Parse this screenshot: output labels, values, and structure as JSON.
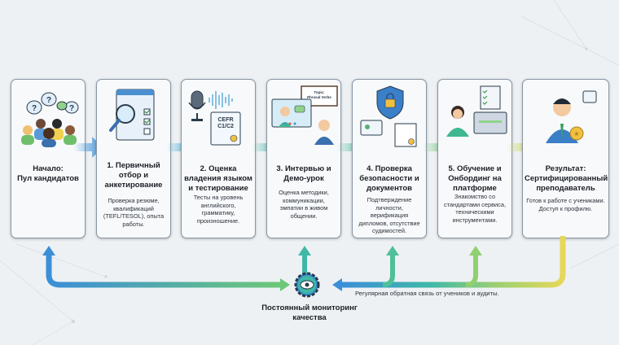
{
  "steps": [
    {
      "title": "Начало:\nПул кандидатов",
      "description": "",
      "icon": "candidates-pool-icon"
    },
    {
      "title": "1. Первичный отбор и анкетирование",
      "description": "Проверка резюме, квалификаций (TEFL/TESOL), опыта работы.",
      "icon": "screening-checklist-icon"
    },
    {
      "title": "2. Оценка владения языком и тестирование",
      "description": "Тесты на уровень английского, грамматику, произношение.",
      "icon": "language-test-icon",
      "certificate_text": "CEFR C1/C2"
    },
    {
      "title": "3. Интервью и Демо-урок",
      "description": "Оценка методики, коммуникации, эмпатии в живом общении.",
      "icon": "video-interview-icon",
      "board_text": "Topic: Phrasal Verbs"
    },
    {
      "title": "4. Проверка безопасности и документов",
      "description": "Подтверждение личности, верификация дипломов, отсутствие судимостей.",
      "icon": "security-shield-icon"
    },
    {
      "title": "5. Обучение и Онбординг на платформе",
      "description": "Знакомство со стандартами сервиса, техническими инструментами.",
      "icon": "onboarding-icon"
    },
    {
      "title": "Результат: Сертифицированный преподаватель",
      "description": "Готов к работе с учениками. Доступ к профилю.",
      "icon": "certified-teacher-icon"
    }
  ],
  "monitoring": {
    "label": "Постоянный мониторинг качества",
    "feedback": "Регулярная обратная связь от учеников и аудиты.",
    "icon": "gear-eye-icon"
  },
  "colors": {
    "blue": "#3b8fd8",
    "teal": "#3fb8a8",
    "green": "#7ccf78",
    "yellow": "#e6d85a",
    "card_border": "#8a96a3"
  }
}
